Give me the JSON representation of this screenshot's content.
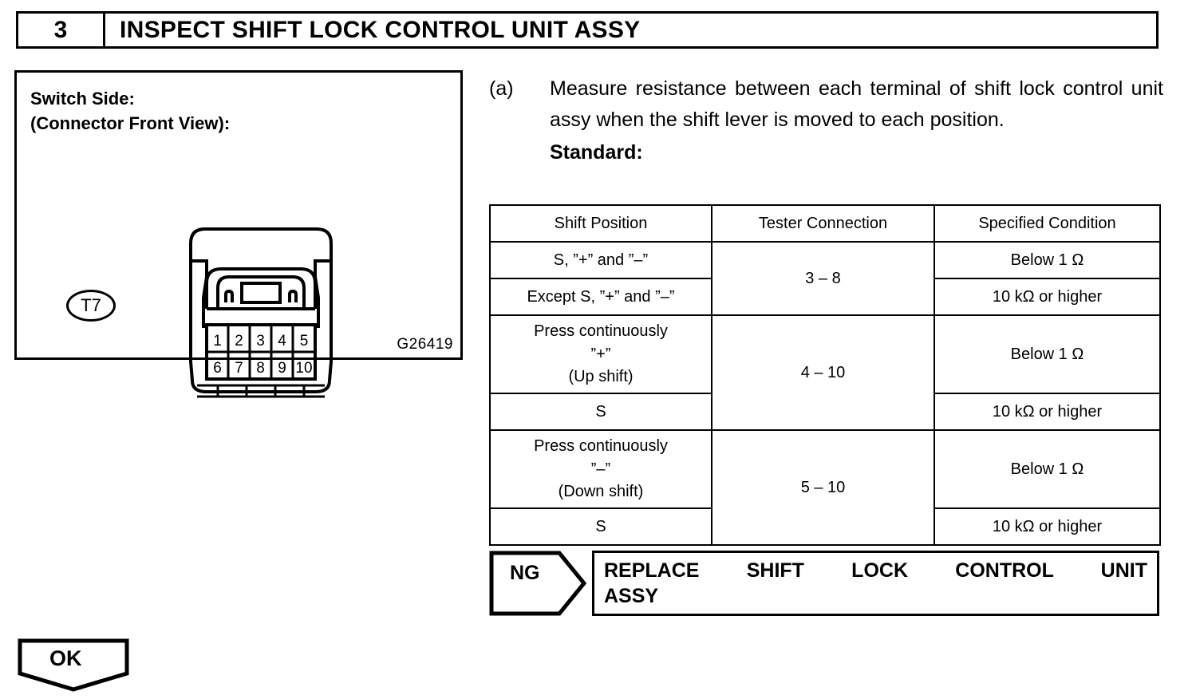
{
  "step": {
    "number": "3",
    "title": "INSPECT SHIFT LOCK CONTROL UNIT ASSY"
  },
  "illustration": {
    "caption_line1": "Switch Side:",
    "caption_line2": "(Connector Front View):",
    "connector_label": "T7",
    "figure_id": "G26419",
    "pins_top": [
      "1",
      "2",
      "3",
      "4",
      "5"
    ],
    "pins_bottom": [
      "6",
      "7",
      "8",
      "9",
      "10"
    ]
  },
  "procedure": {
    "marker": "(a)",
    "text": "Measure resistance between each terminal of shift lock control unit assy when the shift lever is moved to each position.",
    "standard_label": "Standard:"
  },
  "spec_table": {
    "headers": [
      "Shift Position",
      "Tester Connection",
      "Specified Condition"
    ],
    "rows": [
      {
        "shift_position": "S, ”+” and ”–”",
        "tester_connection": "3 – 8",
        "specified_condition": "Below 1 Ω"
      },
      {
        "shift_position": "Except S, ”+” and ”–”",
        "specified_condition": "10 kΩ or higher"
      },
      {
        "shift_position_line1": "Press continuously",
        "shift_position_line2": "”+”",
        "shift_position_line3": "(Up shift)",
        "tester_connection": "4 – 10",
        "specified_condition": "Below 1 Ω"
      },
      {
        "shift_position": "S",
        "specified_condition": "10 kΩ or higher"
      },
      {
        "shift_position_line1": "Press continuously",
        "shift_position_line2": "”–”",
        "shift_position_line3": "(Down shift)",
        "tester_connection": "5 – 10",
        "specified_condition": "Below 1 Ω"
      },
      {
        "shift_position": "S",
        "specified_condition": "10 kΩ or higher"
      }
    ]
  },
  "results": {
    "ng_label": "NG",
    "ng_action_line1": "REPLACE SHIFT LOCK CONTROL UNIT",
    "ng_action_line2": "ASSY",
    "ok_label": "OK"
  }
}
